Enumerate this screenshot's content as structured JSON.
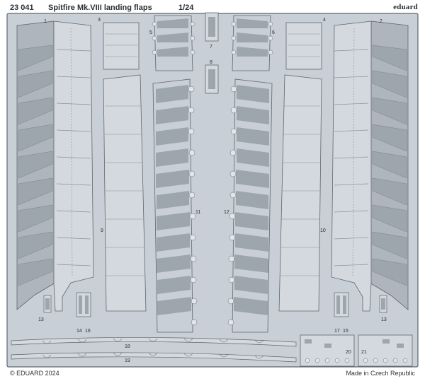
{
  "sheet": {
    "product_code": "23 041",
    "title": "Spitfire Mk.VIII landing flaps",
    "scale": "1/24",
    "brand": "eduard",
    "copyright": "© EDUARD 2024",
    "origin": "Made in Czech Republic"
  },
  "part_numbers": [
    "1",
    "2",
    "3",
    "4",
    "5",
    "6",
    "7",
    "8",
    "9",
    "10",
    "11",
    "12",
    "13",
    "13",
    "14",
    "16",
    "17",
    "15",
    "18",
    "19",
    "20",
    "21"
  ],
  "colors": {
    "fret_fill": "#c8cfd6",
    "frame_stroke": "#5f666d",
    "panel_dark": "#9ea6ad",
    "panel_mid": "#b3bac1",
    "ink": "#2b2f33"
  }
}
